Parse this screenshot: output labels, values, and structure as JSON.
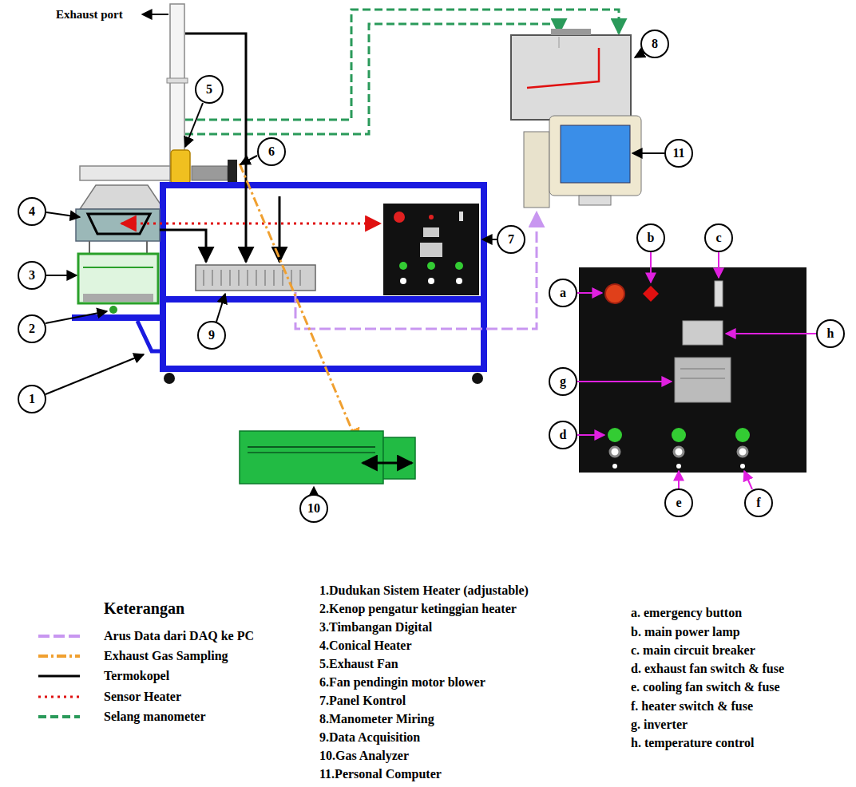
{
  "diagram": {
    "nodes": [
      {
        "text": [
          "8"
        ]
      },
      {
        "text": [
          "5"
        ]
      },
      {
        "text": [
          "6"
        ]
      },
      {
        "text": [
          "11"
        ]
      },
      {
        "text": [
          "4"
        ]
      },
      {
        "text": [
          "b"
        ]
      },
      {
        "text": [
          "c"
        ]
      },
      {
        "text": [
          "7"
        ]
      },
      {
        "text": [
          "3"
        ]
      },
      {
        "text": [
          "a"
        ]
      },
      {
        "text": [
          "2"
        ]
      },
      {
        "text": [
          "h"
        ]
      },
      {
        "text": [
          "9"
        ]
      },
      {
        "text": [
          "g"
        ]
      },
      {
        "text": [
          "1"
        ]
      },
      {
        "text": [
          "d"
        ]
      },
      {
        "text": [
          "e"
        ]
      },
      {
        "text": [
          "f"
        ]
      },
      {
        "text": [
          "10"
        ]
      }
    ],
    "labels": [
      "Exhaust port",
      "Keterangan",
      "1.Dudukan Sistem Heater (adjustable)",
      "2.Kenop pengatur ketinggian heater",
      "3.Timbangan Digital",
      "4.Conical Heater",
      "5.Exhaust Fan",
      "6.Fan pendingin motor blower",
      "7.Panel Kontrol",
      "8.Manometer Miring",
      "9.Data Acquisition",
      "10.Gas Analyzer",
      "11.Personal Computer",
      "a. emergency button",
      "b. main power lamp",
      "c. main circuit breaker",
      "d. exhaust fan switch & fuse",
      "e. cooling fan switch & fuse",
      "f. heater switch & fuse",
      "g. inverter",
      "h. temperature control"
    ],
    "legend": [
      {
        "text": "Arus Data dari DAQ ke PC"
      },
      {
        "text": "Exhaust Gas Sampling"
      },
      {
        "text": "Termokopel"
      },
      {
        "text": "Sensor Heater"
      },
      {
        "text": "Selang manometer"
      }
    ]
  }
}
